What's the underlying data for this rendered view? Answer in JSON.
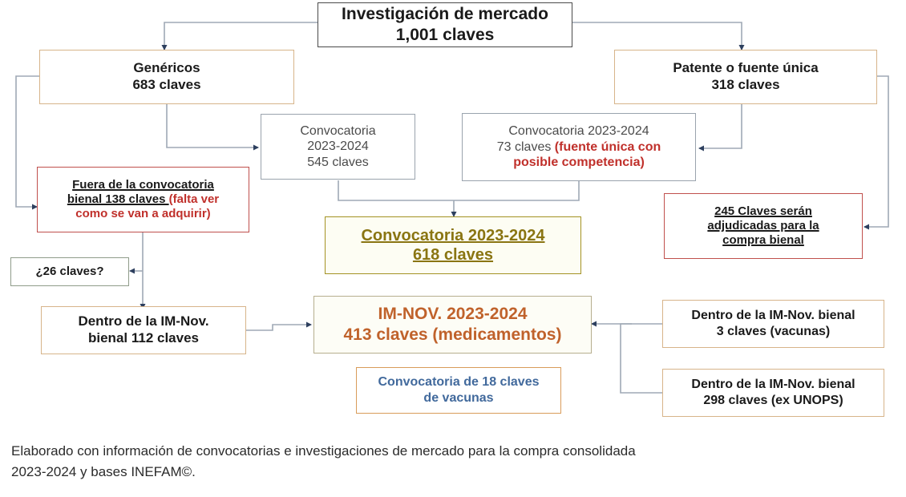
{
  "diagram": {
    "title": "Investigación de mercado 1,001 claves",
    "nodes": {
      "root": {
        "line1": "Investigación de mercado",
        "line2": "1,001 claves"
      },
      "genericos": {
        "line1": "Genéricos",
        "line2": "683 claves"
      },
      "patente": {
        "line1": "Patente o fuente única",
        "line2": "318 claves"
      },
      "convocatoria_545": {
        "line1": "Convocatoria",
        "line2": "2023-2024",
        "line3": "545 claves"
      },
      "convocatoria_73": {
        "line1": "Convocatoria 2023-2024",
        "line2_black": "73 claves ",
        "line2_red": "(fuente única con",
        "line3_red": "posible competencia)"
      },
      "fuera_138": {
        "line1": "Fuera de la convocatoria",
        "line2_black": "bienal 138 claves ",
        "line2_red": "(falta ver",
        "line3_red": "como se van a adquirir)"
      },
      "claves_245": {
        "line1": "245 Claves serán",
        "line2": "adjudicadas para la",
        "line3": "compra bienal"
      },
      "convocatoria_618": {
        "line1": "Convocatoria 2023-2024",
        "line2": "618 claves"
      },
      "claves_26": {
        "line1": "¿26 claves?"
      },
      "dentro_112": {
        "line1": "Dentro de la IM-Nov.",
        "line2": "bienal 112 claves"
      },
      "im_nov_413": {
        "line1": "IM-NOV. 2023-2024",
        "line2": "413 claves (medicamentos)"
      },
      "vacunas_18": {
        "line1": "Convocatoria de 18 claves",
        "line2": "de vacunas"
      },
      "dentro_3": {
        "line1": "Dentro de la IM-Nov. bienal",
        "line2": "3 claves (vacunas)"
      },
      "dentro_298": {
        "line1": "Dentro de la IM-Nov. bienal",
        "line2": "298 claves (ex UNOPS)"
      }
    },
    "colors": {
      "tan_border": "#d7b48a",
      "gray_border": "#9aa3ad",
      "red_border": "#c0504d",
      "olive_border": "#a39224",
      "olive_text": "#8a7512",
      "orange_text": "#c0622b",
      "blue_text": "#41699c",
      "green_border": "#8f9c8a",
      "red_text": "#c0302b",
      "connector": "#9fa9b5"
    },
    "footer": {
      "line1": "Elaborado con información de convocatorias e investigaciones de mercado para la compra consolidada",
      "line2": "2023-2024 y bases INEFAM©."
    }
  }
}
